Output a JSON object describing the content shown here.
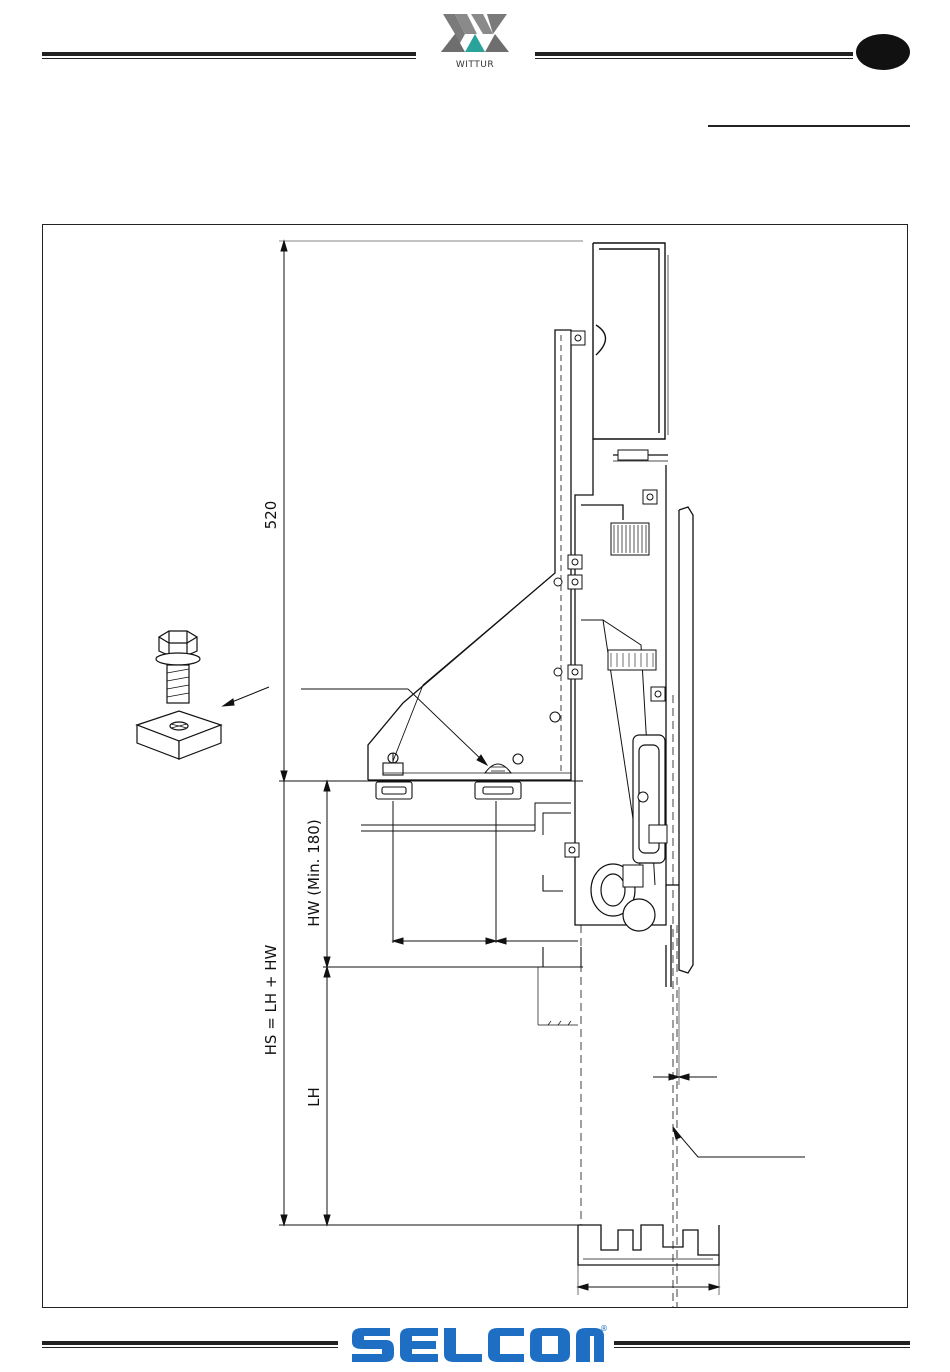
{
  "header": {
    "brand": "WITTUR",
    "logo_icon": "wittur-logo-icon",
    "badge_icon": "page-badge-icon",
    "colors": {
      "brand_teal": "#2aa39b",
      "ink": "#222222"
    }
  },
  "drawing": {
    "dimensions": {
      "total_height": "520",
      "hw": "HW (Min. 180)",
      "hs": "HS = LH + HW",
      "lh": "LH"
    }
  },
  "footer": {
    "brand": "SELCOM",
    "brand_mark": "®",
    "logo_icon": "selcom-logo-icon",
    "colors": {
      "brand_blue": "#1e6fc4"
    }
  }
}
